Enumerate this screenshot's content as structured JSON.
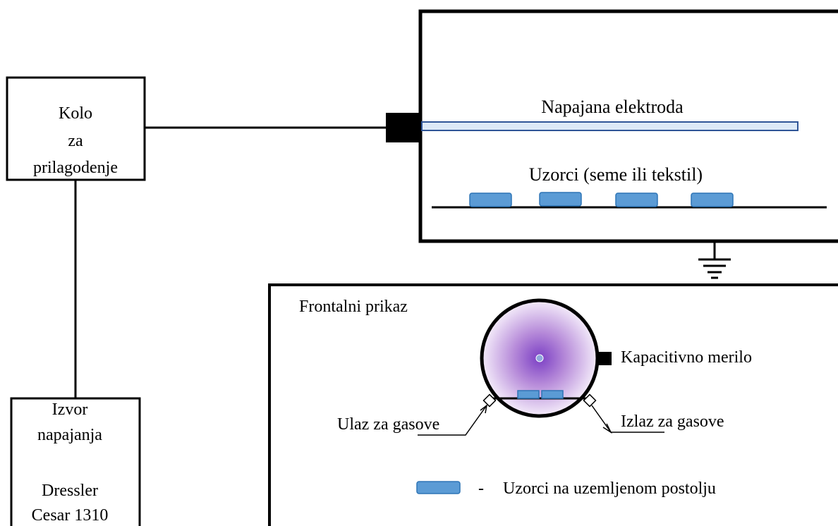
{
  "matching_box": {
    "lines": [
      "Kolo",
      "za",
      "prilagodenje"
    ]
  },
  "power_box": {
    "lines": [
      "Izvor",
      "napajanja",
      "",
      "Dressler",
      "Cesar 1310"
    ]
  },
  "chamber": {
    "electrode_label": "Napajana elektroda",
    "samples_label": "Uzorci (seme ili tekstil)"
  },
  "front_view": {
    "title": "Frontalni prikaz",
    "gauge_label": "Kapacitivno merilo",
    "gas_inlet_label": "Ulaz za gasove",
    "gas_outlet_label": "Izlaz za gasove"
  },
  "legend": {
    "dash": "-",
    "text": "Uzorci na uzemljenom postolju"
  },
  "colors": {
    "sample_fill": "#5b9bd5",
    "sample_stroke": "#2e75b6",
    "electrode_fill": "#dce9f7",
    "electrode_stroke": "#2f5597",
    "plasma_center": "#7b3fc4",
    "plasma_edge": "#f4ecfa"
  }
}
